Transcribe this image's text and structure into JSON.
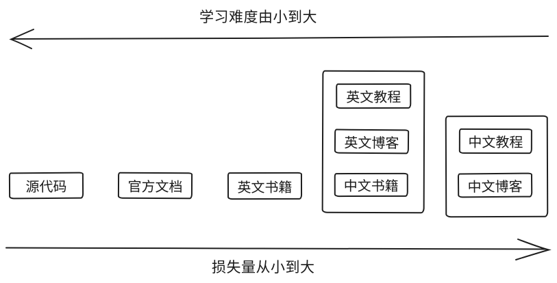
{
  "diagram": {
    "background": "#ffffff",
    "stroke_color": "#1e1e1e",
    "text_color": "#1a1a1a",
    "top_axis": {
      "label": "学习难度由小到大",
      "arrow_direction": "left"
    },
    "bottom_axis": {
      "label": "损失量从小到大",
      "arrow_direction": "right"
    },
    "level_boxes": [
      {
        "label": "源代码"
      },
      {
        "label": "官方文档"
      },
      {
        "label": "英文书籍"
      }
    ],
    "groups": [
      {
        "items": [
          {
            "label": "英文教程"
          },
          {
            "label": "英文博客"
          },
          {
            "label": "中文书籍"
          }
        ]
      },
      {
        "items": [
          {
            "label": "中文教程"
          },
          {
            "label": "中文博客"
          }
        ]
      }
    ]
  }
}
